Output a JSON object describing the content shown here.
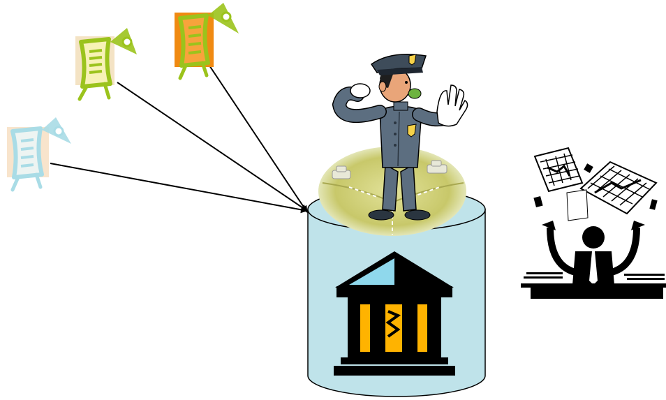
{
  "diagram": {
    "nodes": [
      {
        "id": "doc-green",
        "kind": "document",
        "icon": "document-with-pen-icon",
        "color": "#9BC31C"
      },
      {
        "id": "doc-orange",
        "kind": "document",
        "icon": "document-with-pen-icon",
        "color": "#F08A12"
      },
      {
        "id": "doc-blue",
        "kind": "document",
        "icon": "document-with-pen-icon",
        "color": "#A9DCE6"
      },
      {
        "id": "police-officer",
        "kind": "figure",
        "icon": "police-officer-icon",
        "color": "#5C6E80"
      },
      {
        "id": "bank-database",
        "kind": "cylinder",
        "icon": "bank-building-icon",
        "color": "#BFE3EA"
      },
      {
        "id": "office-worker",
        "kind": "figure",
        "icon": "juggling-papers-icon",
        "color": "#000000"
      }
    ],
    "edges": [
      {
        "from": "doc-orange",
        "to": "bank-database"
      },
      {
        "from": "doc-green",
        "to": "bank-database"
      },
      {
        "from": "doc-blue",
        "to": "bank-database"
      }
    ]
  },
  "colors": {
    "cylinder_fill": "#BFE3EA",
    "road_disc": "#C8C86A",
    "bank_columns": "#FFB300",
    "bank_roof_glass": "#8FD8EC",
    "uniform": "#5C6E80",
    "arrow": "#000000"
  }
}
